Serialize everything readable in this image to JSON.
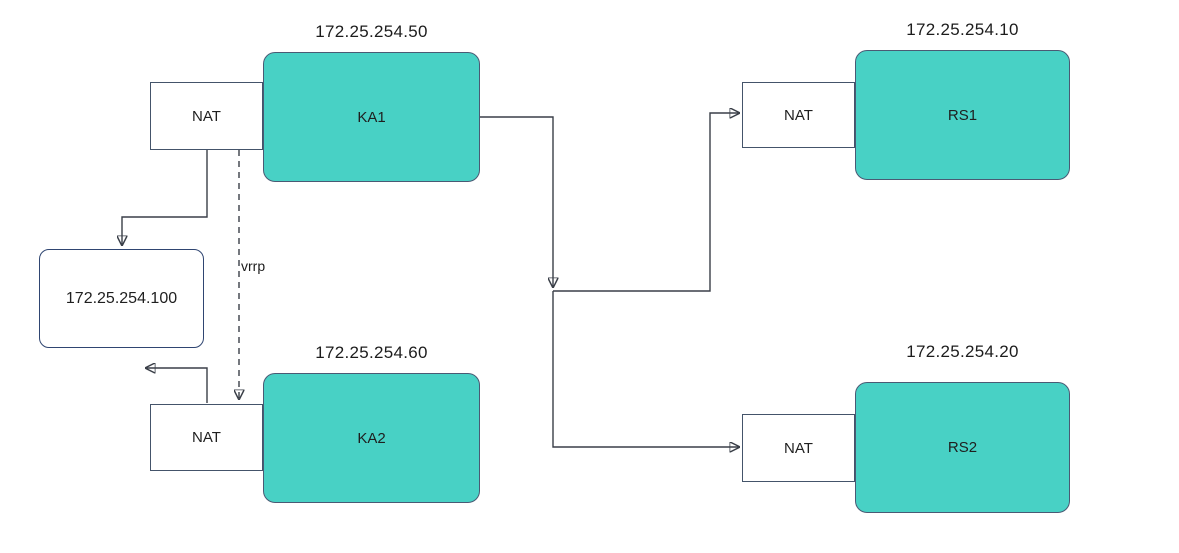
{
  "diagram": {
    "description": "Keepalived load-balancer network topology",
    "colors": {
      "node_fill": "#48d1c5",
      "node_border": "#4a5a74",
      "nat_border": "#44546a",
      "vip_border": "#2f4571",
      "connector": "#3a3f48",
      "text": "#1f1f1f",
      "background": "#ffffff"
    },
    "nodes": {
      "ka1": {
        "name": "KA1",
        "ip": "172.25.254.50"
      },
      "ka2": {
        "name": "KA2",
        "ip": "172.25.254.60"
      },
      "rs1": {
        "name": "RS1",
        "ip": "172.25.254.10"
      },
      "rs2": {
        "name": "RS2",
        "ip": "172.25.254.20"
      },
      "vip": {
        "ip": "172.25.254.100"
      }
    },
    "nat_label": "NAT",
    "edge_labels": {
      "vrrp": "vrrp"
    }
  }
}
